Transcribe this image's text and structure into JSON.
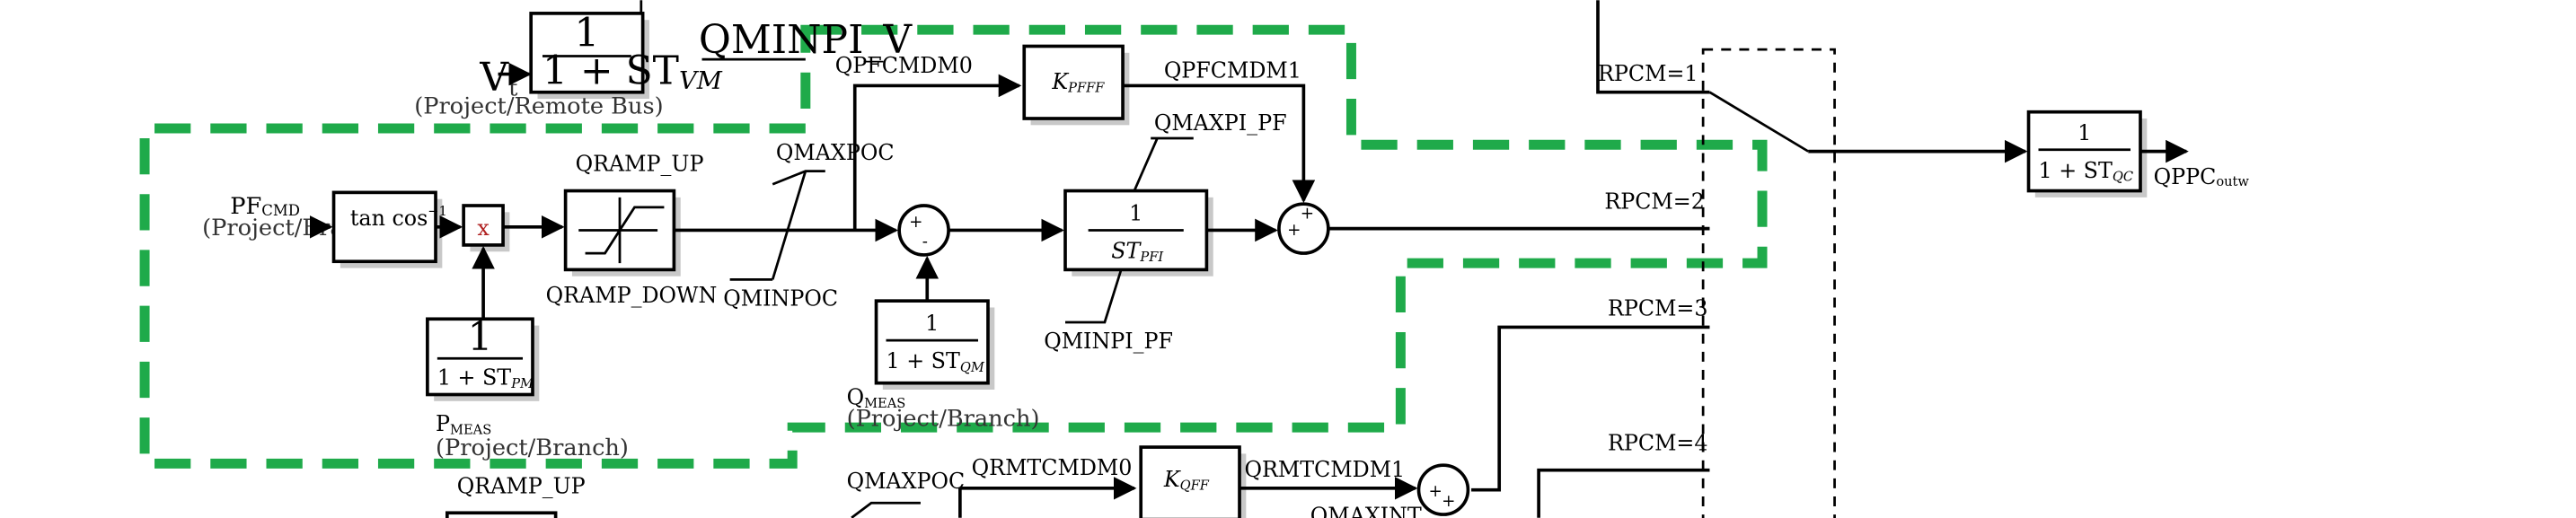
{
  "colors": {
    "green_boundary": "#1faa4a",
    "wire": "#000000"
  },
  "blocks": {
    "vm_filter": {
      "num": "1",
      "den_main": "1 + ST",
      "den_sub": "VM"
    },
    "tan_cos": {
      "label": "tan cos",
      "sup": "−1"
    },
    "multiplier": {
      "label": "x"
    },
    "pm_filter": {
      "num": "1",
      "den_main": "1 + ST",
      "den_sub": "PM"
    },
    "kpfff": {
      "main": "K",
      "sub": "PFFF"
    },
    "pfi_integrator": {
      "num": "1",
      "den_main": "ST",
      "den_sub": "PFI"
    },
    "qm_filter": {
      "num": "1",
      "den_main": "1 + ST",
      "den_sub": "QM"
    },
    "qc_filter": {
      "num": "1",
      "den_main": "1 + ST",
      "den_sub": "QC"
    },
    "kqff": {
      "main": "K",
      "sub": "QFF"
    }
  },
  "signals": {
    "vt": "V",
    "vt_sub": "t",
    "vt_note": "(Project/Remote  Bus)",
    "qminpi_v": "QMINPI_V",
    "pfcmd": "PF",
    "pfcmd_sub": "CMD",
    "pfcmd_note": "(Project/Branch)",
    "qramp_up": "QRAMP_UP",
    "qramp_down": "QRAMP_DOWN",
    "qmaxpoc": "QMAXPOC",
    "qminpoc": "QMINPOC",
    "qpfcmdm0": "QPFCMDM0",
    "qpfcmdm1": "QPFCMDM1",
    "qmaxpi_pf": "QMAXPI_PF",
    "qminpi_pf": "QMINPI_PF",
    "pmeas": "P",
    "pmeas_sub": "MEAS",
    "pmeas_note": "(Project/Branch)",
    "qmeas": "Q",
    "qmeas_sub": "MEAS",
    "qmeas_note": "(Project/Branch)",
    "qrmtcmdm0": "QRMTCMDM0",
    "qrmtcmdm1": "QRMTCMDM1",
    "qmaxint": "QMAXINT",
    "qmaxpoc_2": "QMAXPOC",
    "qramp_up_2": "QRAMP_UP",
    "qppc": "QPPC",
    "qppc_sub": "outw"
  },
  "switch": {
    "rpcm1": "RPCM=1",
    "rpcm2": "RPCM=2",
    "rpcm3": "RPCM=3",
    "rpcm4": "RPCM=4"
  },
  "summers": {
    "s1": {
      "a": "+",
      "b": "-"
    },
    "s2": {
      "a": "+",
      "b": "+"
    },
    "s3": {
      "a": "+",
      "b": "+"
    }
  }
}
